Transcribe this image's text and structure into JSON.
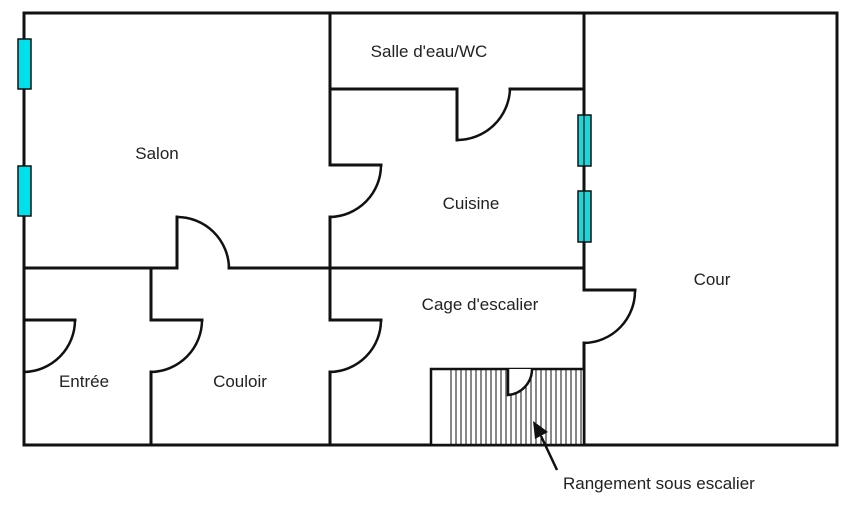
{
  "plan": {
    "rooms": [
      {
        "id": "salon",
        "label": "Salon"
      },
      {
        "id": "salle-eau-wc",
        "label": "Salle d'eau/WC"
      },
      {
        "id": "cuisine",
        "label": "Cuisine"
      },
      {
        "id": "cour",
        "label": "Cour"
      },
      {
        "id": "cage-escalier",
        "label": "Cage d'escalier"
      },
      {
        "id": "entree",
        "label": "Entrée"
      },
      {
        "id": "couloir",
        "label": "Couloir"
      }
    ],
    "annotation": {
      "label": "Rangement sous escalier",
      "target": "stair-storage"
    },
    "colors": {
      "wall": "#111111",
      "window": "#00e0ea",
      "background": "#ffffff",
      "text": "#222222"
    }
  }
}
